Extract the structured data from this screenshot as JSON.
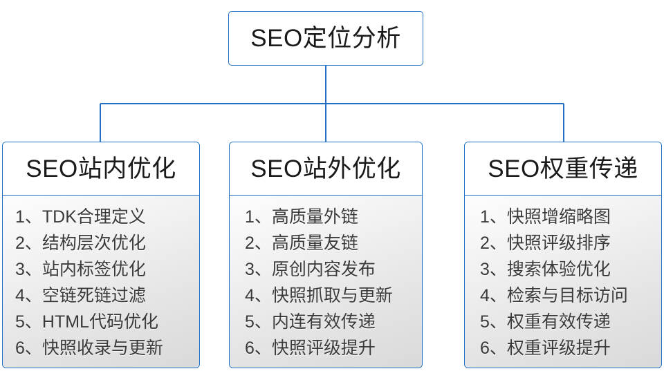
{
  "diagram": {
    "type": "org-tree",
    "accent_color": "#1F6FC4",
    "text_color": "#1a1a1a",
    "list_text_color": "#3a3a3a",
    "root": {
      "label": "SEO定位分析"
    },
    "branches": [
      {
        "title": "SEO站内优化",
        "items": [
          "1、TDK合理定义",
          "2、结构层次优化",
          "3、站内标签优化",
          "4、空链死链过滤",
          "5、HTML代码优化",
          "6、快照收录与更新"
        ]
      },
      {
        "title": "SEO站外优化",
        "items": [
          "1、高质量外链",
          "2、高质量友链",
          "3、原创内容发布",
          "4、快照抓取与更新",
          "5、内连有效传递",
          "6、快照评级提升"
        ]
      },
      {
        "title": "SEO权重传递",
        "items": [
          "1、快照增缩略图",
          "2、快照评级排序",
          "3、搜索体验优化",
          "4、检索与目标访问",
          "5、权重有效传递",
          "6、权重评级提升"
        ]
      }
    ]
  }
}
